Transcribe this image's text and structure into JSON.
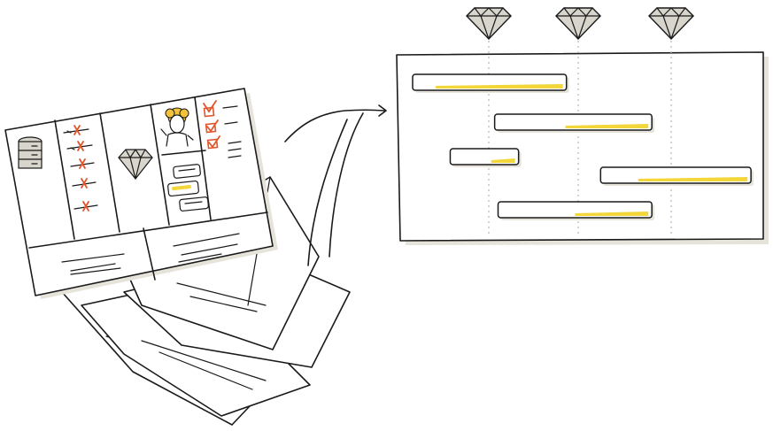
{
  "colors": {
    "ink": "#1a1a1a",
    "highlight": "#f2d63a",
    "accent": "#e2552b",
    "shadow": "#e6e3da",
    "paper": "#ffffff"
  },
  "icons": {
    "milestone_marker": "diamond-icon",
    "database": "database-icon",
    "value_proposition": "diamond-icon",
    "customer": "person-icon",
    "relationships": "chat-bubble-icon",
    "checklist": "checkbox-icon",
    "flow": "arrow-icon"
  },
  "diagram": {
    "milestones": 3,
    "timeline_bars": [
      {
        "start": 0.0,
        "end": 0.45,
        "progress": 0.85
      },
      {
        "start": 0.24,
        "end": 0.7,
        "progress": 0.55
      },
      {
        "start": 0.11,
        "end": 0.31,
        "progress": 0.4
      },
      {
        "start": 0.55,
        "end": 0.99,
        "progress": 0.75
      },
      {
        "start": 0.25,
        "end": 0.7,
        "progress": 0.5
      }
    ],
    "stacked_sheets": 4
  }
}
